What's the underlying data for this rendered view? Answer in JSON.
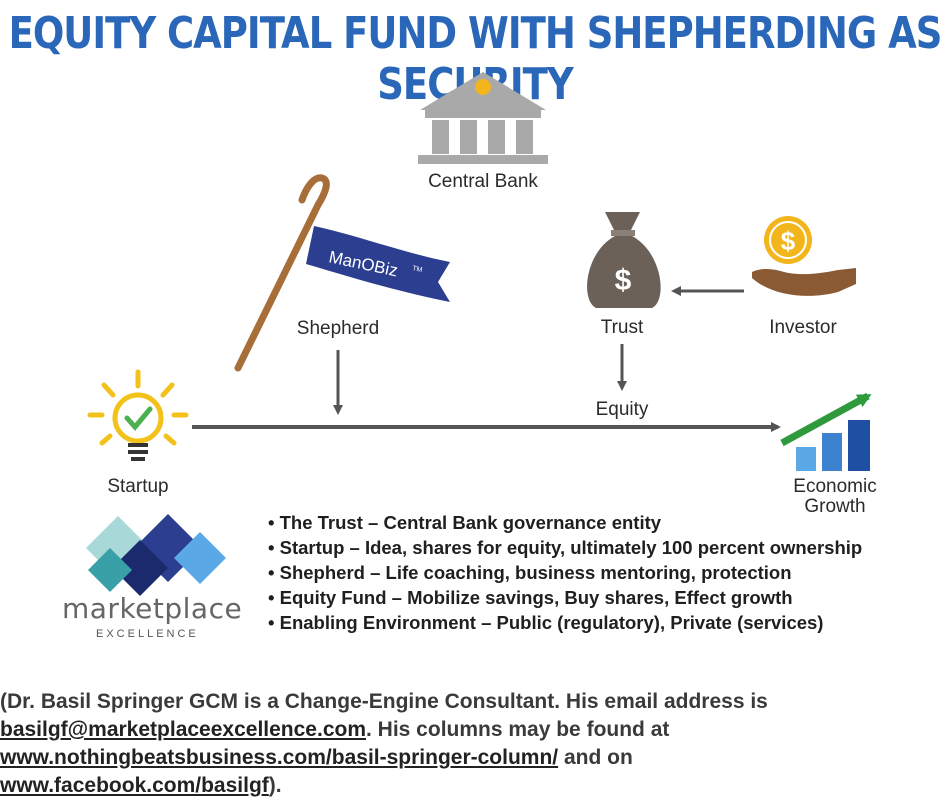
{
  "title": "EQUITY CAPITAL FUND WITH SHEPHERDING AS SECURITY",
  "nodes": {
    "central_bank": "Central Bank",
    "shepherd": "Shepherd",
    "trust": "Trust",
    "investor": "Investor",
    "equity": "Equity",
    "startup": "Startup",
    "growth_line1": "Economic",
    "growth_line2": "Growth"
  },
  "flag_text": "ManOBiz",
  "flag_tm": "TM",
  "logo": {
    "brand": "marketplace",
    "tagline": "EXCELLENCE"
  },
  "bullets": [
    "The Trust – Central Bank governance entity",
    "Startup – Idea, shares for equity, ultimately 100 percent ownership",
    "Shepherd – Life coaching, business mentoring, protection",
    "Equity Fund – Mobilize savings, Buy shares, Effect growth",
    "Enabling Environment – Public (regulatory), Private (services)"
  ],
  "footer": {
    "part1": "(Dr. Basil Springer GCM is a Change-Engine Consultant. His email address is ",
    "email": "basilgf@marketplaceexcellence.com",
    "part2": ". His columns may be found at ",
    "link1": "www.nothingbeatsbusiness.com/basil-springer-column/",
    "part3": " and on ",
    "link2": "www.facebook.com/basilgf",
    "part4": ")."
  },
  "colors": {
    "title": "#2a67b8",
    "arrow": "#555555",
    "crook": "#a86e3a",
    "flag": "#2b3e8f",
    "bank": "#a9a9a9",
    "bag": "#6b6158",
    "coin": "#f2b51c",
    "hand": "#8a5a35",
    "bulb": "#f2c11a",
    "check": "#4caf50",
    "growth_arrow": "#2e9a3c",
    "bars_light": "#5aa9e6",
    "bars_dark": "#1f4fa3"
  }
}
